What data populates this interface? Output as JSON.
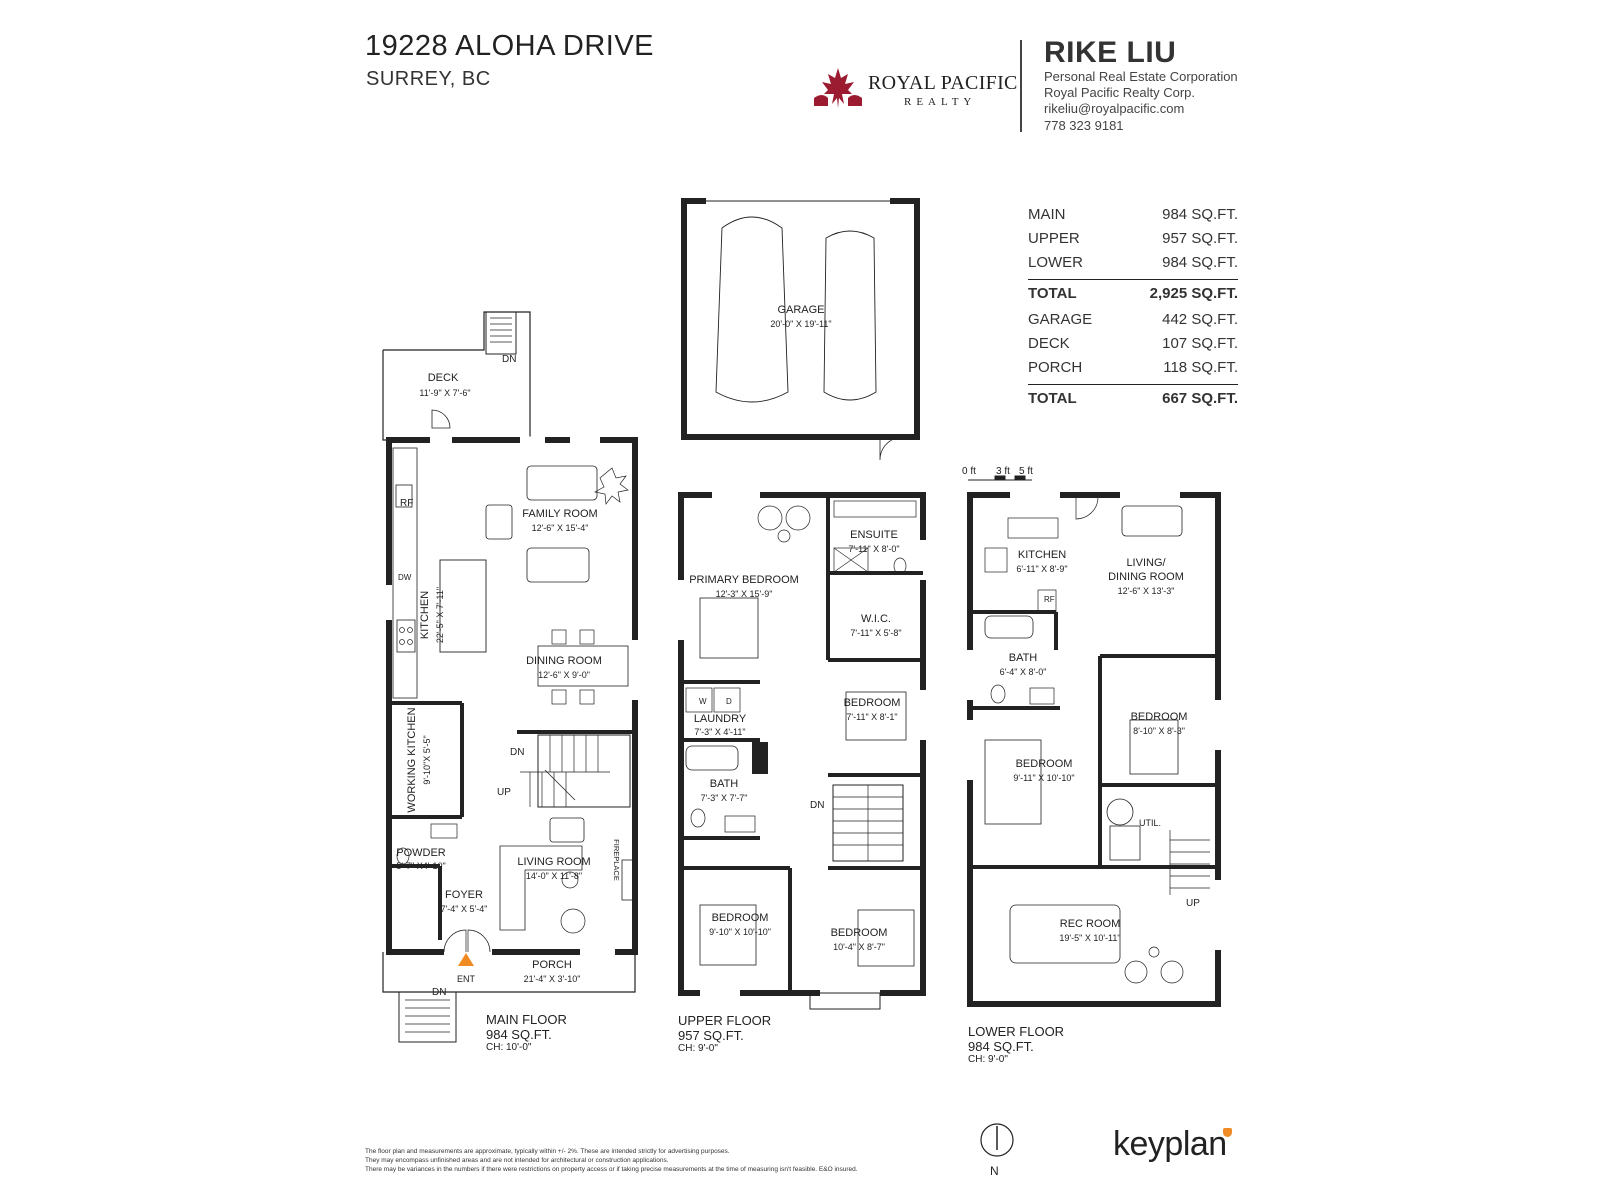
{
  "header": {
    "address_line1": "19228 ALOHA DRIVE",
    "address_line2": "SURREY, BC"
  },
  "brand": {
    "name_line1": "ROYAL PACIFIC",
    "name_line2": "REALTY",
    "accent_color": "#9b1b30"
  },
  "agent": {
    "name": "RIKE LIU",
    "line1": "Personal Real Estate Corporation",
    "line2": "Royal Pacific Realty Corp.",
    "email": "rikeliu@royalpacific.com",
    "phone": "778 323 9181"
  },
  "areas": {
    "rows1": [
      {
        "label": "MAIN",
        "value": "984 SQ.FT."
      },
      {
        "label": "UPPER",
        "value": "957 SQ.FT."
      },
      {
        "label": "LOWER",
        "value": "984 SQ.FT."
      }
    ],
    "total1": {
      "label": "TOTAL",
      "value": "2,925 SQ.FT."
    },
    "rows2": [
      {
        "label": "GARAGE",
        "value": "442 SQ.FT."
      },
      {
        "label": "DECK",
        "value": "107 SQ.FT."
      },
      {
        "label": "PORCH",
        "value": "118 SQ.FT."
      }
    ],
    "total2": {
      "label": "TOTAL",
      "value": "667 SQ.FT."
    }
  },
  "scale": {
    "a": "0 ft",
    "b": "3 ft",
    "c": "5 ft"
  },
  "main_floor": {
    "title": "MAIN FLOOR",
    "area": "984 SQ.FT.",
    "ceiling": "CH: 10'-0\"",
    "deck": {
      "name": "DECK",
      "dims": "11'-9\" X 7'-6\""
    },
    "family": {
      "name": "FAMILY ROOM",
      "dims": "12'-6\" X 15'-4\""
    },
    "kitchen": {
      "name": "KITCHEN",
      "dims": "22'-5\" X 7'-11\""
    },
    "dining": {
      "name": "DINING ROOM",
      "dims": "12'-6\" X 9'-0\""
    },
    "working": {
      "name": "WORKING KITCHEN",
      "dims": "9'-10\"X 5'-5\""
    },
    "powder": {
      "name": "POWDER",
      "dims": "5'-7\" X4'-10\""
    },
    "living": {
      "name": "LIVING ROOM",
      "dims": "14'-0\" X 11'-8\""
    },
    "foyer": {
      "name": "FOYER",
      "dims": "7'-4\" X 5'-4\""
    },
    "porch": {
      "name": "PORCH",
      "dims": "21'-4\" X 3'-10\""
    },
    "fireplace": "FIREPLACE",
    "ent": "ENT",
    "dn": "DN",
    "up": "UP",
    "rf": "RF",
    "dw": "DW"
  },
  "garage": {
    "name": "GARAGE",
    "dims": "20'-0\" X 19'-11\""
  },
  "upper_floor": {
    "title": "UPPER FLOOR",
    "area": "957 SQ.FT.",
    "ceiling": "CH: 9'-0\"",
    "primary": {
      "name": "PRIMARY BEDROOM",
      "dims": "12'-3\" X 15'-9\""
    },
    "ensuite": {
      "name": "ENSUITE",
      "dims": "7'-11\" X 8'-0\""
    },
    "wic": {
      "name": "W.I.C.",
      "dims": "7'-11\" X 5'-8\""
    },
    "bed1": {
      "name": "BEDROOM",
      "dims": "7'-11\" X 8'-1\""
    },
    "laundry": {
      "name": "LAUNDRY",
      "dims": "7'-3\" X 4'-11\""
    },
    "bath": {
      "name": "BATH",
      "dims": "7'-3\" X 7'-7\""
    },
    "bed2": {
      "name": "BEDROOM",
      "dims": "9'-10\" X 10'-10\""
    },
    "bed3": {
      "name": "BEDROOM",
      "dims": "10'-4\" X 8'-7\""
    },
    "dn": "DN",
    "w": "W",
    "d": "D"
  },
  "lower_floor": {
    "title": "LOWER FLOOR",
    "area": "984 SQ.FT.",
    "ceiling": "CH: 9'-0\"",
    "kitchen": {
      "name": "KITCHEN",
      "dims": "6'-11\" X 8'-9\""
    },
    "living": {
      "name": "LIVING/",
      "name2": "DINING ROOM",
      "dims": "12'-6\" X 13'-3\""
    },
    "bath": {
      "name": "BATH",
      "dims": "6'-4\" X 8'-0\""
    },
    "bed1": {
      "name": "BEDROOM",
      "dims": "8'-10\" X 8'-3\""
    },
    "bed2": {
      "name": "BEDROOM",
      "dims": "9'-11\" X 10'-10\""
    },
    "util": "UTIL.",
    "rec": {
      "name": "REC ROOM",
      "dims": "19'-5\" X 10'-11\""
    },
    "up": "UP",
    "rf": "RF"
  },
  "footer": {
    "disclaimer1": "The floor plan and measurements are approximate, typically within +/- 2%. These are intended strictly for advertising purposes.",
    "disclaimer2": "They may encompass unfinished areas and are not intended for architectural or construction applications.",
    "disclaimer3": "There may be variances in the numbers if there were restrictions on property access or if taking precise measurements at the time of measuring isn't feasible. E&O insured.",
    "compass": "N",
    "keyplan": "keyplan"
  }
}
